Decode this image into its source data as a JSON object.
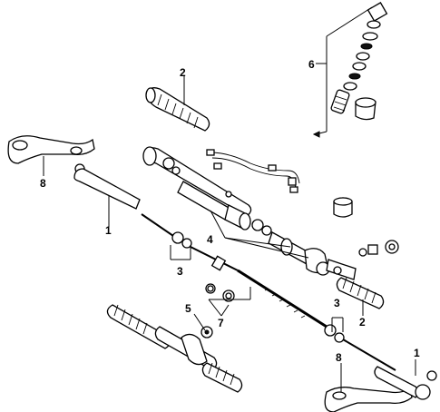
{
  "callouts": {
    "c1_left": "1",
    "c1_right": "1",
    "c2_top": "2",
    "c2_bottom": "2",
    "c3_left": "3",
    "c3_right": "3",
    "c4": "4",
    "c5": "5",
    "c6": "6",
    "c7": "7",
    "c8_left": "8",
    "c8_right": "8"
  },
  "colors": {
    "ink": "#000000",
    "background": "#ffffff"
  },
  "icons": [
    "steering-rack-exploded-view"
  ]
}
